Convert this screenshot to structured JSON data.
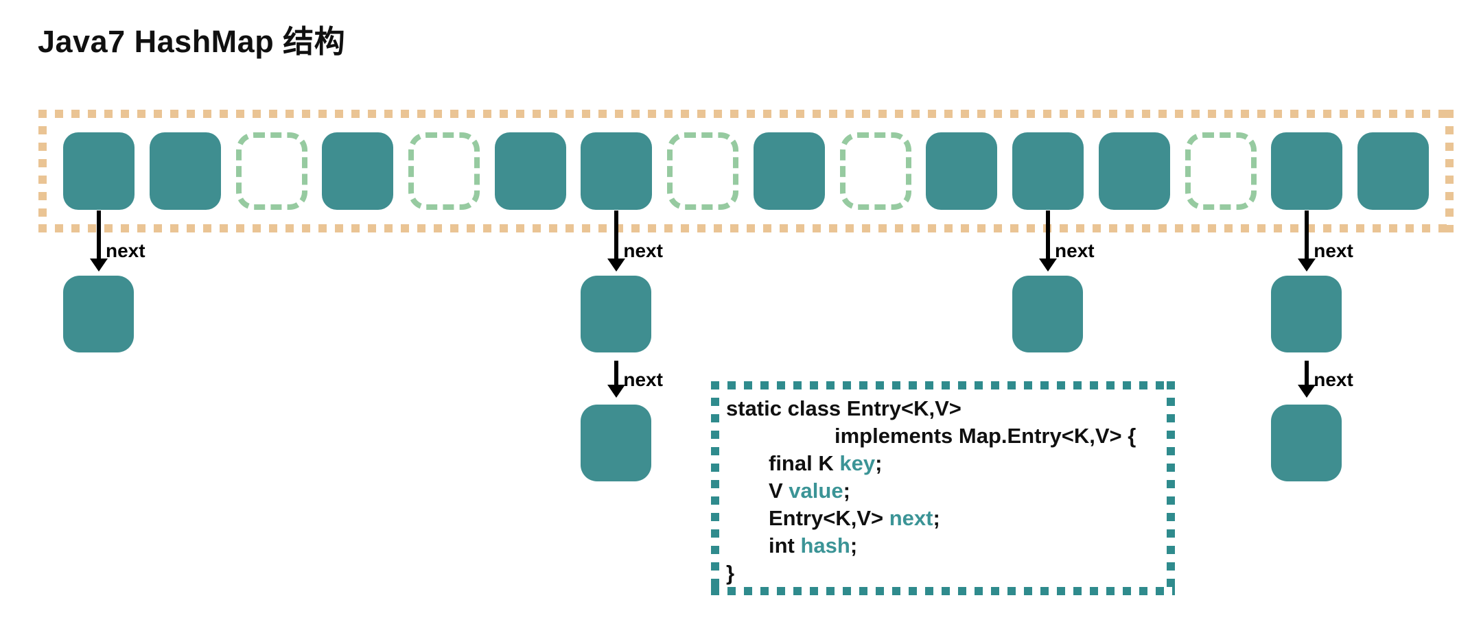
{
  "title": {
    "text": "Java7 HashMap 结构"
  },
  "labels": {
    "next": "next"
  },
  "colors": {
    "teal": "#3f8e90",
    "orange_border": "#eac494",
    "green_empty": "#96caa0",
    "code_border": "#2f8b8d",
    "code_keyword": "#3b9496",
    "ink": "#101010"
  },
  "array": {
    "size": 16,
    "cells": [
      {
        "state": "filled"
      },
      {
        "state": "filled"
      },
      {
        "state": "empty"
      },
      {
        "state": "filled"
      },
      {
        "state": "empty"
      },
      {
        "state": "filled"
      },
      {
        "state": "filled"
      },
      {
        "state": "empty"
      },
      {
        "state": "filled"
      },
      {
        "state": "empty"
      },
      {
        "state": "filled"
      },
      {
        "state": "filled"
      },
      {
        "state": "filled"
      },
      {
        "state": "empty"
      },
      {
        "state": "filled"
      },
      {
        "state": "filled"
      }
    ]
  },
  "chains": [
    {
      "bucket": 1,
      "entries": 1
    },
    {
      "bucket": 7,
      "entries": 2
    },
    {
      "bucket": 12,
      "entries": 1
    },
    {
      "bucket": 15,
      "entries": 2
    }
  ],
  "code": {
    "line1": "static class Entry<K,V>",
    "line2": "implements Map.Entry<K,V> {",
    "line3_plain": "final K ",
    "line3_kw": "key",
    "line3_end": ";",
    "line4_plain": "V ",
    "line4_kw": "value",
    "line4_end": ";",
    "line5_plain": "Entry<K,V> ",
    "line5_kw": "next",
    "line5_end": ";",
    "line6_plain": "int ",
    "line6_kw": "hash",
    "line6_end": ";",
    "line7": "}"
  }
}
